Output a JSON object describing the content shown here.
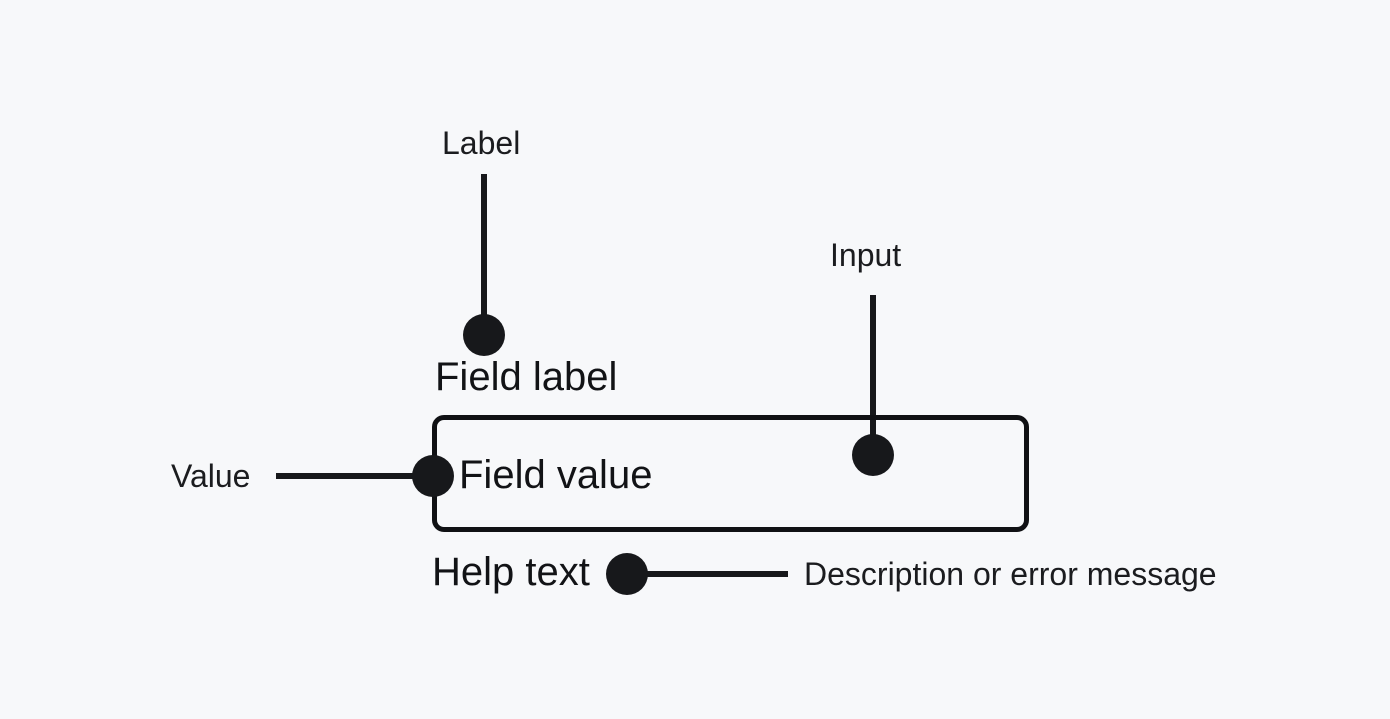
{
  "colors": {
    "background": "#f7f8fa",
    "ink": "#17181b",
    "component_text": "#121316"
  },
  "diagram": {
    "title_context": "text field anatomy diagram",
    "annotations": {
      "label": "Label",
      "input": "Input",
      "value": "Value",
      "help": "Description or error message"
    },
    "field": {
      "label": "Field label",
      "value": "Field value",
      "help_text": "Help text"
    }
  }
}
